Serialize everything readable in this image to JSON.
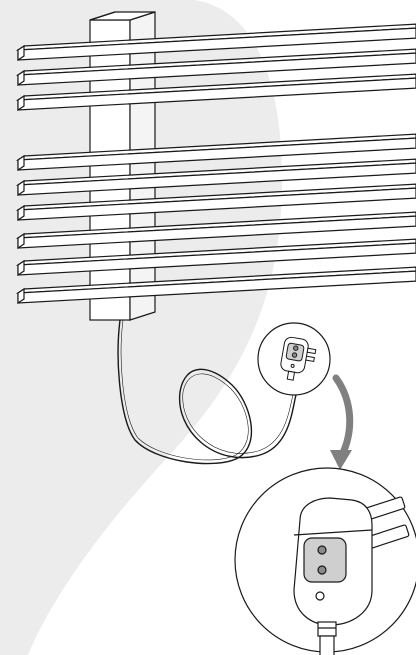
{
  "figure": {
    "subject": "towel-radiator-installation",
    "bar_count": 9,
    "bar_groups": [
      3,
      6
    ],
    "callouts": [
      "plug-callout-small",
      "plug-callout-large"
    ],
    "colors": {
      "line": "#1a1a1a",
      "fill": "#ffffff",
      "watermark": "#ececec",
      "arrow": "#808080",
      "shade": "#cfcfcf",
      "dark_shade": "#8a8a8a"
    }
  }
}
